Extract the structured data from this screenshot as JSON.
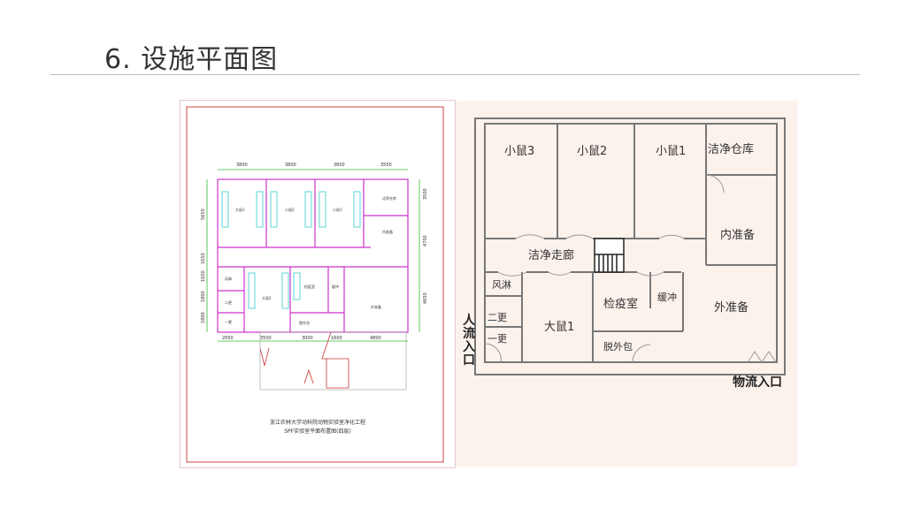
{
  "slide": {
    "title": "6. 设施平面图"
  },
  "cad_drawing": {
    "caption_line1": "浙江农林大学动科院动物实验室净化工程",
    "caption_line2": "SPF实验室平面布置图(四层)",
    "top_dims": [
      "3800",
      "3800",
      "3800",
      "3550"
    ],
    "bottom_dims": [
      "2050",
      "3500",
      "3000",
      "1600",
      "4800"
    ],
    "right_dims": [
      "3500",
      "4700",
      "4650"
    ],
    "left_dims": [
      "5650",
      "1650",
      "1650",
      "1800",
      "1800"
    ],
    "rooms": [
      "大鼠1",
      "小鼠2",
      "小鼠1",
      "洁净仓库",
      "内准备",
      "风淋",
      "二更",
      "一更",
      "大鼠2",
      "检疫室",
      "缓冲",
      "外准备",
      "脱外包"
    ]
  },
  "floor_plan": {
    "rooms": {
      "mouse3": "小鼠3",
      "mouse2": "小鼠2",
      "mouse1": "小鼠1",
      "clean_store": "洁净仓库",
      "inner_prep": "内准备",
      "clean_corridor": "洁净走廊",
      "air_shower": "风淋",
      "change2": "二更",
      "change1": "一更",
      "rat1": "大鼠1",
      "quarantine": "检疫室",
      "unpack": "脱外包",
      "buffer": "缓冲",
      "outer_prep": "外准备"
    },
    "people_entrance": "人流入口",
    "goods_entrance": "物流入口"
  }
}
